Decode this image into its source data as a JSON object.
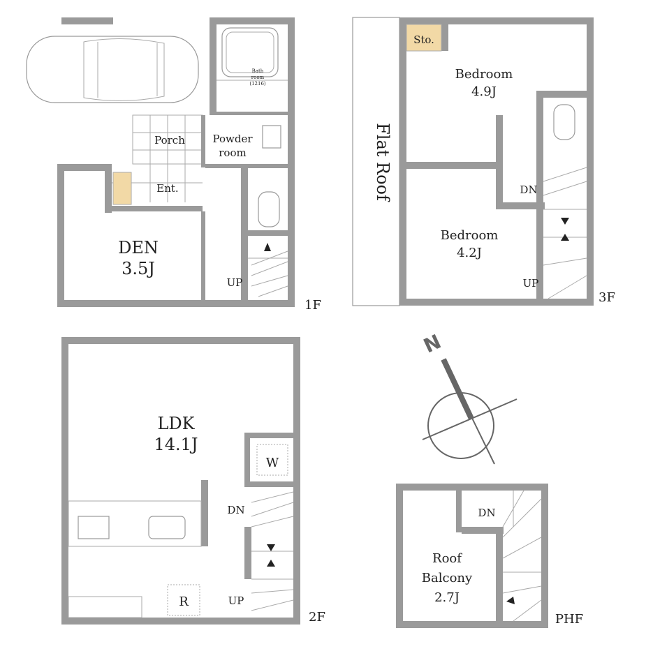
{
  "floors": {
    "f1": {
      "label": "1F",
      "rooms": {
        "porch": "Porch",
        "powder_1": "Powder",
        "powder_2": "room",
        "bath_1": "Bath",
        "bath_2": "room",
        "bath_3": "(1216)",
        "entrance": "Ent.",
        "den_name": "DEN",
        "den_size": "3.5J"
      },
      "stair": "UP"
    },
    "f2": {
      "label": "2F",
      "rooms": {
        "ldk_name": "LDK",
        "ldk_size": "14.1J",
        "washer": "W",
        "fridge": "R"
      },
      "stair_dn": "DN",
      "stair_up": "UP"
    },
    "f3": {
      "label": "3F",
      "rooms": {
        "storage": "Sto.",
        "bed1_name": "Bedroom",
        "bed1_size": "4.9J",
        "bed2_name": "Bedroom",
        "bed2_size": "4.2J",
        "flat_roof": "Flat Roof"
      },
      "stair_dn": "DN",
      "stair_up": "UP"
    },
    "phf": {
      "label": "PHF",
      "rooms": {
        "balcony_1": "Roof",
        "balcony_2": "Balcony",
        "balcony_size": "2.7J"
      },
      "stair_dn": "DN"
    }
  },
  "compass": {
    "north": "N"
  },
  "colors": {
    "wall": "#9a9a9a",
    "storage": "#f2d9a6",
    "compass": "#666666"
  }
}
